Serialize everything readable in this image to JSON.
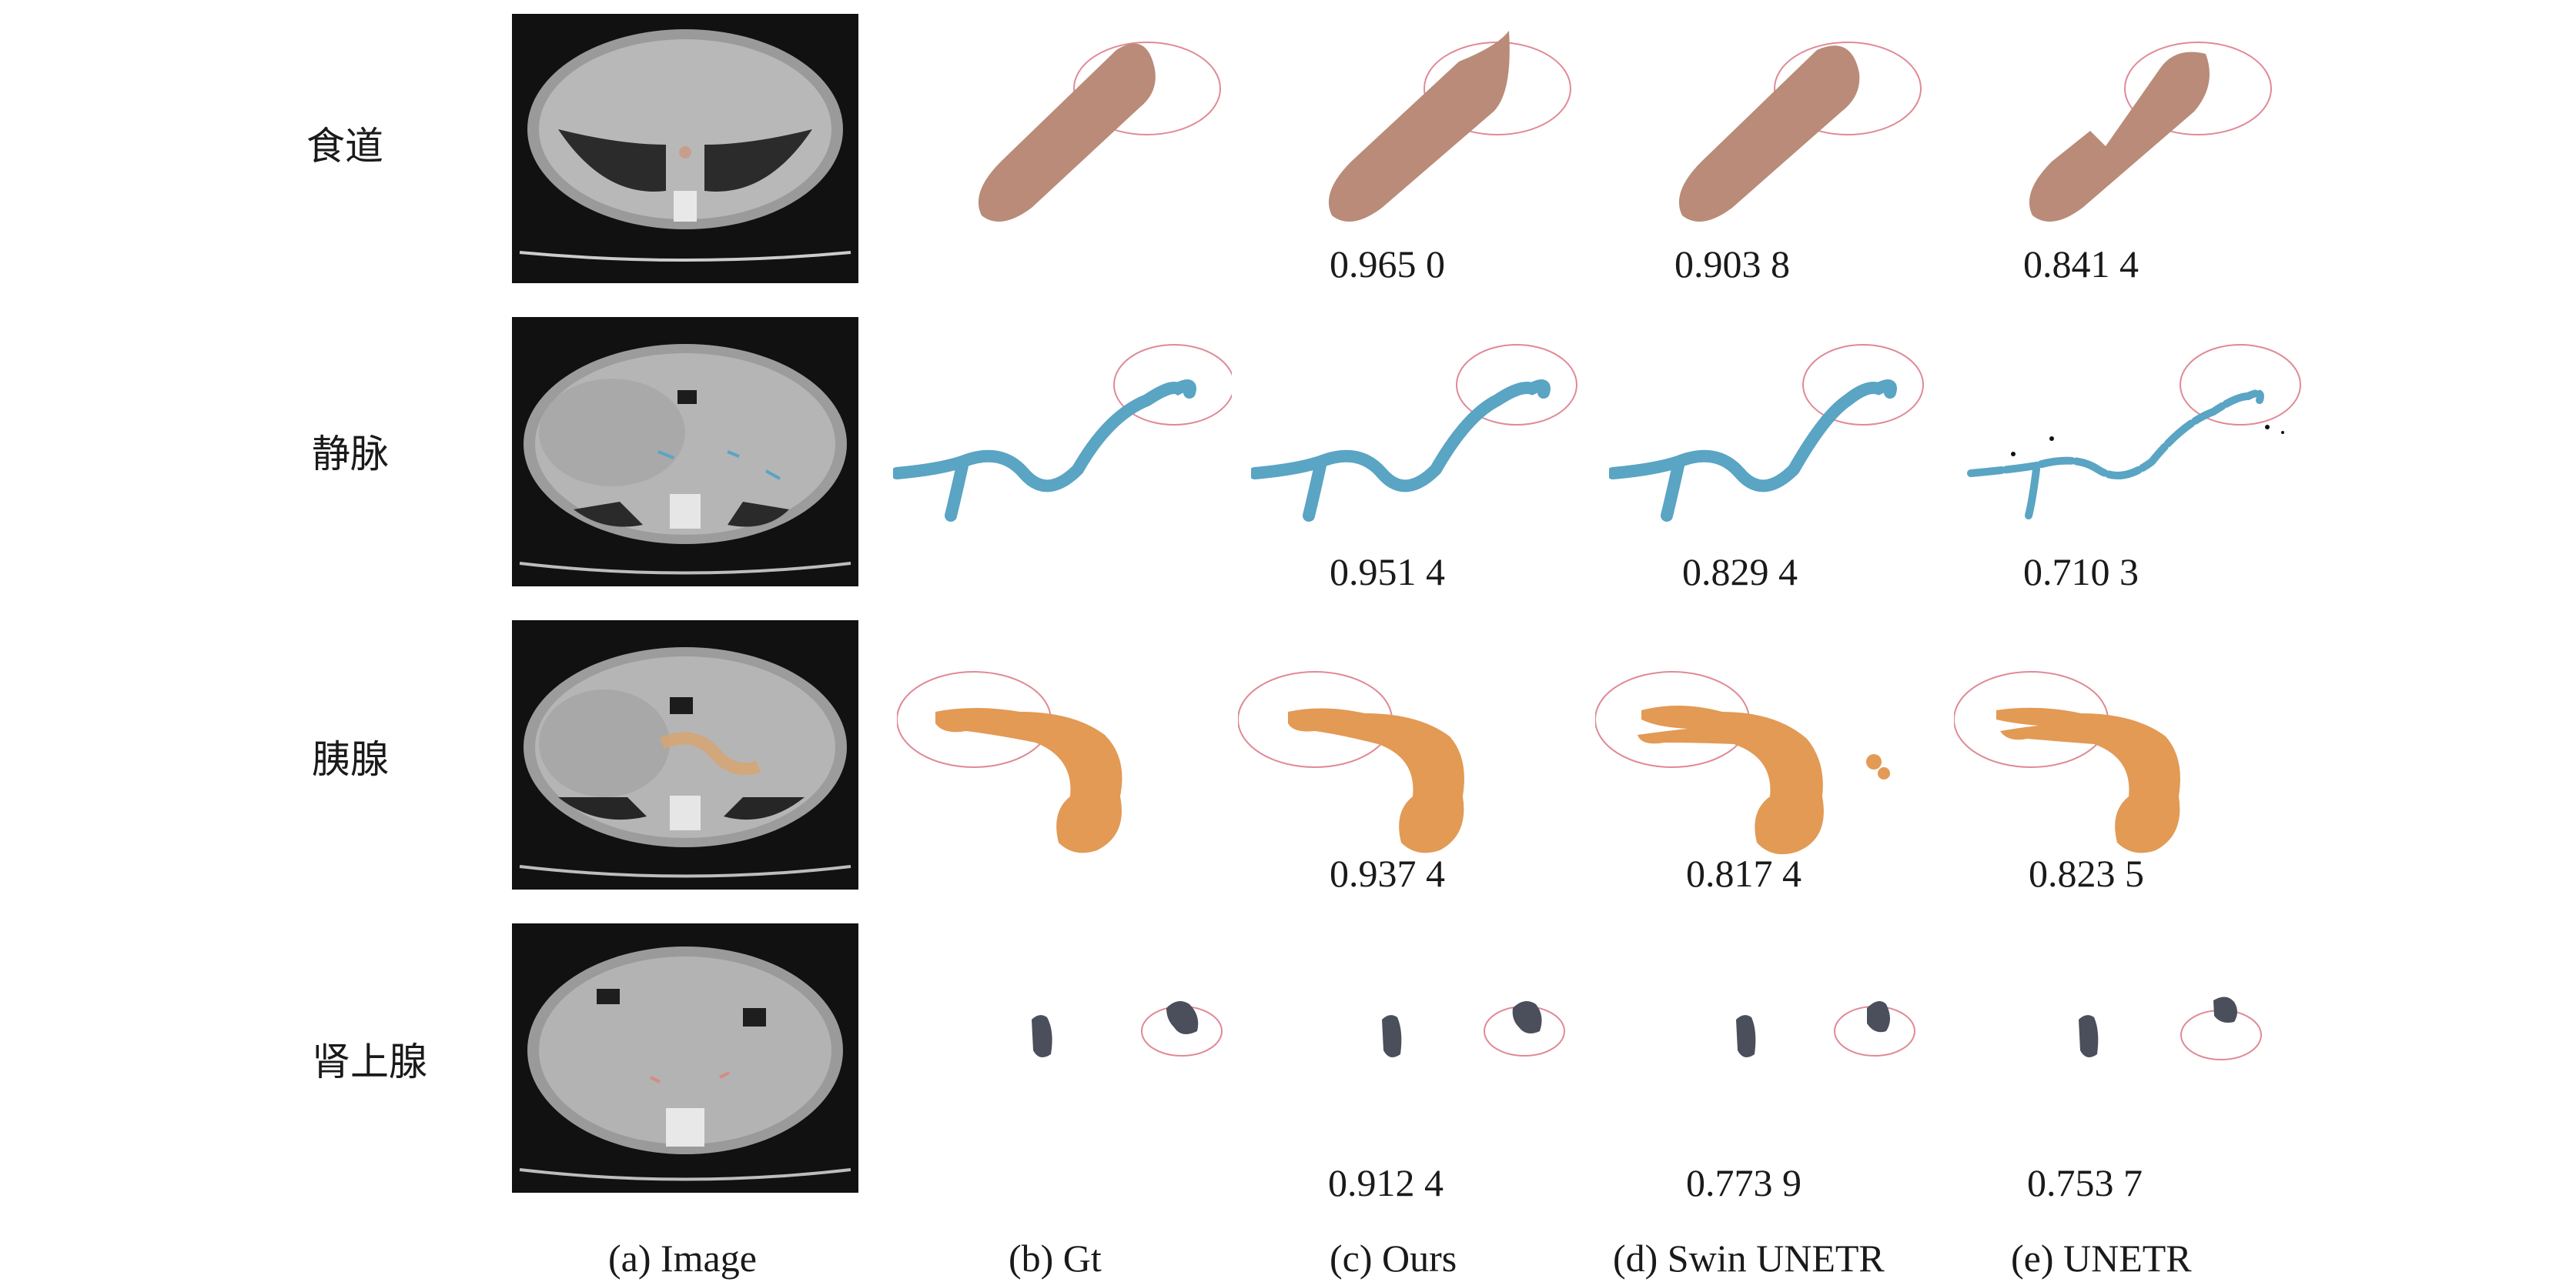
{
  "rows": [
    {
      "label": "食道",
      "scores": [
        "0.965 0",
        "0.903 8",
        "0.841 4"
      ]
    },
    {
      "label": "静脉",
      "scores": [
        "0.951 4",
        "0.829 4",
        "0.710 3"
      ]
    },
    {
      "label": "胰腺",
      "scores": [
        "0.937 4",
        "0.817 4",
        "0.823 5"
      ]
    },
    {
      "label": "肾上腺",
      "scores": [
        "0.912 4",
        "0.773 9",
        "0.753 7"
      ]
    }
  ],
  "columns": [
    "(a) Image",
    "(b) Gt",
    "(c) Ours",
    "(d) Swin UNETR",
    "(e) UNETR"
  ],
  "colors": {
    "esophagus": "#b98b78",
    "vein": "#5aa4c4",
    "pancreas": "#e29a55",
    "adrenal": "#4b4f5b",
    "highlight_circle": "#e08a96"
  }
}
